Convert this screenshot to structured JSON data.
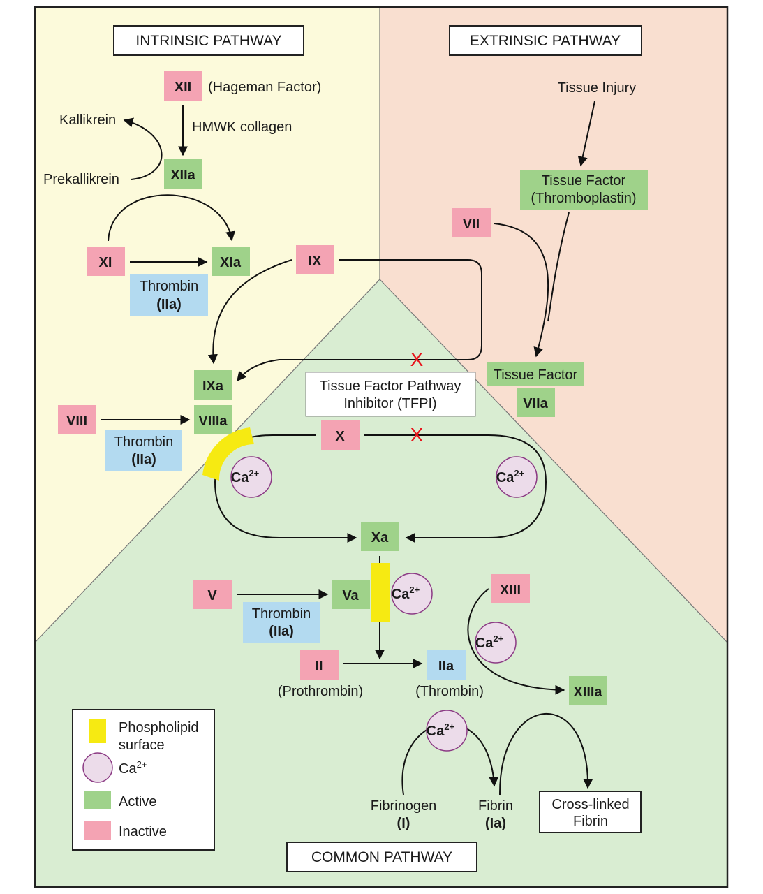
{
  "sections": {
    "intrinsic": "INTRINSIC PATHWAY",
    "extrinsic": "EXTRINSIC PATHWAY",
    "common": "COMMON PATHWAY"
  },
  "colors": {
    "intrinsic_bg": "#fcfadb",
    "extrinsic_bg": "#f9dfd0",
    "common_bg": "#d9edd2",
    "active": "#9fd28a",
    "inactive": "#f4a3b3",
    "thrombin": "#b3daf0",
    "phospholipid": "#f6ea12",
    "calcium_fill": "#ecdcea",
    "calcium_stroke": "#8b3a84",
    "block_mark": "#e8141b"
  },
  "factors": {
    "xii": "XII",
    "xii_note": "(Hageman Factor)",
    "hmwk": "HMWK collagen",
    "kallikrein": "Kallikrein",
    "prekallikrein": "Prekallikrein",
    "xiia": "XIIa",
    "xi": "XI",
    "xia": "XIa",
    "ix": "IX",
    "ixa": "IXa",
    "viii": "VIII",
    "viiia": "VIIIa",
    "tissue_injury": "Tissue Injury",
    "tissue_factor_line1": "Tissue Factor",
    "tissue_factor_line2": "(Thromboplastin)",
    "vii": "VII",
    "tissue_factor_b": "Tissue Factor",
    "viia": "VIIa",
    "tfpi_line1": "Tissue Factor Pathway",
    "tfpi_line2": "Inhibitor (TFPI)",
    "x": "X",
    "xa": "Xa",
    "v": "V",
    "va": "Va",
    "ii": "II",
    "ii_note": "(Prothrombin)",
    "iia": "IIa",
    "iia_note": "(Thrombin)",
    "xiii": "XIII",
    "xiiia": "XIIIa",
    "fibrinogen": "Fibrinogen",
    "fibrinogen_num": "(I)",
    "fibrin": "Fibrin",
    "fibrin_num": "(Ia)",
    "crosslinked_line1": "Cross-linked",
    "crosslinked_line2": "Fibrin",
    "thrombin_word": "Thrombin",
    "thrombin_num": "(IIa)",
    "calcium": "Ca",
    "calcium_sup": "2+",
    "block_symbol": "X"
  },
  "legend": {
    "phospholipid_line1": "Phospholipid",
    "phospholipid_line2": "surface",
    "calcium": "Ca",
    "calcium_sup": "2+",
    "active": "Active",
    "inactive": "Inactive"
  }
}
